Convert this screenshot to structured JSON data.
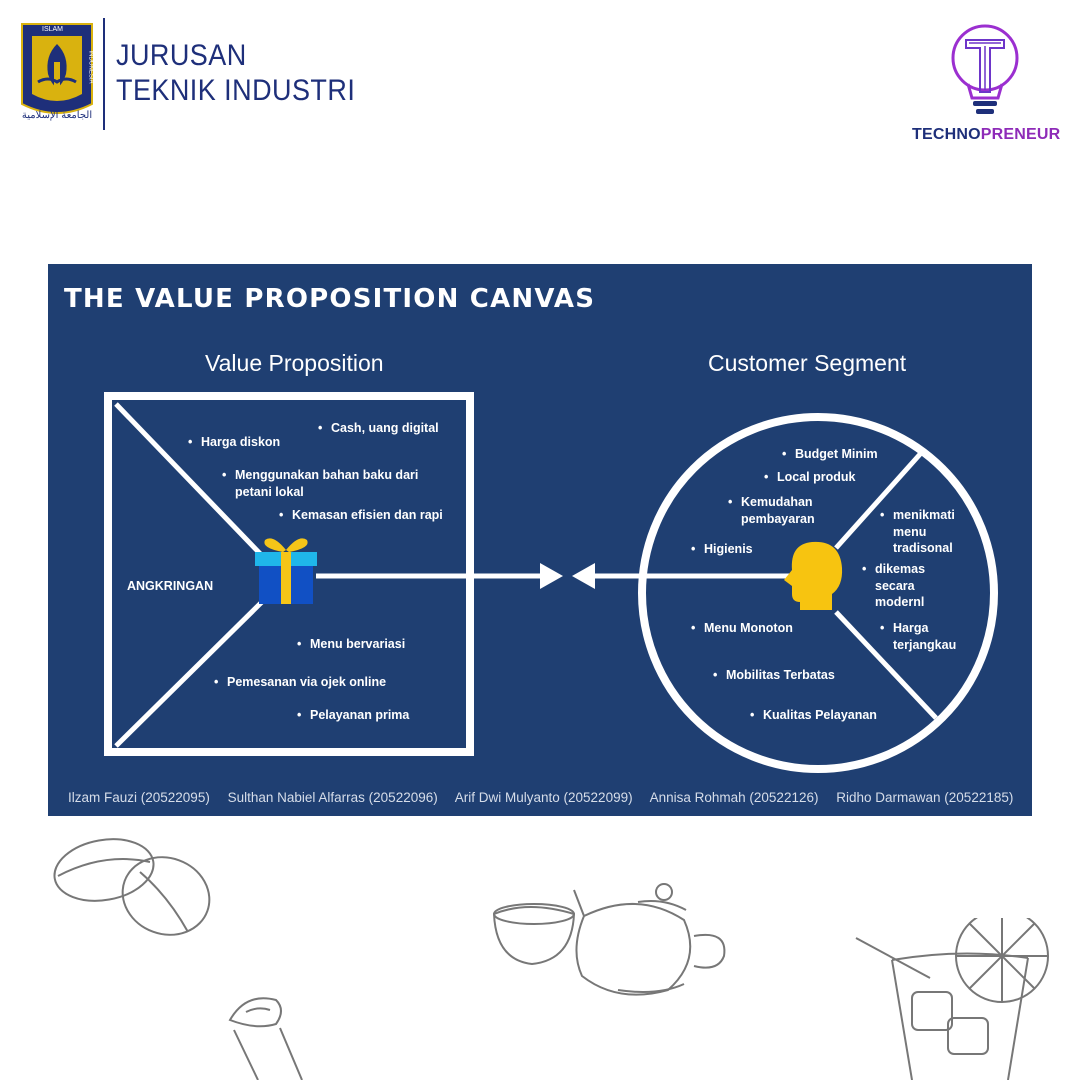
{
  "header": {
    "logo_text_top": "ISLAM",
    "logo_text_left": "UNIVERSITAS",
    "logo_text_right": "INDONESIA",
    "logo_arabic": "الجامعة الإسلامية",
    "department_line1": "JURUSAN",
    "department_line2": "TEKNIK INDUSTRI",
    "brand_part1": "TECHNO",
    "brand_part2": "PRENEUR",
    "brand_color1": "#1e2f7a",
    "brand_color2": "#8e2bb8"
  },
  "canvas": {
    "title": "THE VALUE PROPOSITION CANVAS",
    "background": "#1f3f72",
    "value_proposition": {
      "title": "Value Proposition",
      "center_label": "ANGKRINGAN",
      "icon": "gift-icon",
      "items_top": [
        {
          "text": "Cash, uang digital"
        },
        {
          "text": "Harga diskon"
        },
        {
          "text": "Menggunakan bahan baku dari",
          "cont": "petani lokal"
        },
        {
          "text": "Kemasan efisien dan rapi"
        }
      ],
      "items_bottom": [
        {
          "text": "Menu bervariasi"
        },
        {
          "text": "Pemesanan via ojek online"
        },
        {
          "text": "Pelayanan prima"
        }
      ]
    },
    "customer_segment": {
      "title": "Customer Segment",
      "icon": "head-icon",
      "gains": [
        {
          "text": "Budget Minim"
        },
        {
          "text": "Local produk"
        },
        {
          "text": "Kemudahan",
          "cont": "pembayaran"
        },
        {
          "text": "Higienis"
        }
      ],
      "jobs": [
        {
          "text": "menikmati",
          "cont": "menu",
          "cont2": "tradisonal"
        },
        {
          "text": "dikemas",
          "cont": "secara",
          "cont2": "modernl"
        },
        {
          "text": "Harga",
          "cont": "terjangkau"
        }
      ],
      "pains": [
        {
          "text": "Menu Monoton"
        },
        {
          "text": "Mobilitas  Terbatas"
        },
        {
          "text": "Kualitas Pelayanan"
        }
      ]
    },
    "authors": [
      "Ilzam Fauzi (20522095)",
      "Sulthan Nabiel Alfarras (20522096)",
      "Arif Dwi Mulyanto (20522099)",
      "Annisa Rohmah (20522126)",
      "Ridho Darmawan (20522185)"
    ]
  },
  "decorations": [
    "coffee-beans-icon",
    "teapot-icon",
    "coffee-cup-icon",
    "iced-drink-icon"
  ]
}
